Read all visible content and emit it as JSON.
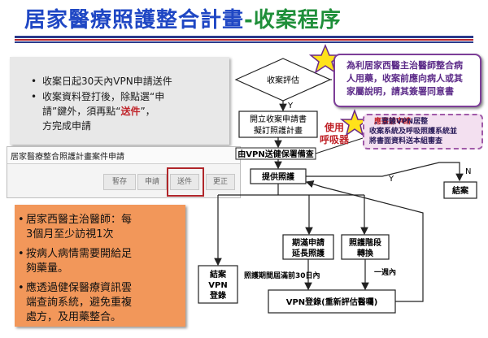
{
  "title": {
    "part1": "居家醫療照護整合計畫",
    "part2": "-收案程序"
  },
  "left_note": {
    "bullet": "•",
    "item1": "收案日起30天內VPN申請送件",
    "item2_line1": "收案資料登打後，除點選“申",
    "item2_line2": "請”鍵外，須再點“",
    "item2_send": "送件",
    "item2_line2_end": "”，",
    "item2_line3": "方完成申請"
  },
  "app_panel": {
    "header": "居家醫療整合照護計畫案件申請",
    "buttons": [
      "暫存",
      "申請",
      "送件",
      "更正"
    ]
  },
  "orange_box": {
    "bullet": "•",
    "items": [
      [
        "居家西醫主治醫師：每",
        "3個月至少訪視1次"
      ],
      [
        "按病人病情需要開給足",
        "夠藥量。"
      ],
      [
        "應透過健保醫療資訊雲",
        "端查詢系統，避免重複",
        "處方，及用藥整合。"
      ]
    ]
  },
  "flow": {
    "assess": "收案評估",
    "y1": "Y",
    "open_line1": "開立收案申請書",
    "open_line2": "擬訂照護計畫",
    "vpn_submit": "由VPN送健保署備查",
    "provide_care": "提供照護",
    "y2": "Y",
    "n": "N",
    "close_case": "結案",
    "expire_line1": "期滿申請",
    "expire_line2": "延長照護",
    "stage_line1": "照護階段",
    "stage_line2": "轉換",
    "close_vpn_line1": "結案",
    "close_vpn_line2": "VPN",
    "close_vpn_line3": "登錄",
    "before_expire": "照護期間屆滿前30日內",
    "one_week": "一週內",
    "vpn_login": "VPN登錄(重新評估醫囑)"
  },
  "purple_note": {
    "line1": "為利居家西醫主治醫師整合病",
    "line2": "人用藥，收案前應向病人或其",
    "line3": "家屬說明，請其簽署同意書"
  },
  "pink_note": {
    "line1_red": "應事前申請",
    "line1": "，登錄VPN居整",
    "line2": "收案系統及呼吸照護系統並",
    "line3": "將書面資料送本組審查"
  },
  "red_label": {
    "line1": "使用",
    "line2": "呼吸器"
  },
  "colors": {
    "title_blue": "#1f47c4",
    "title_green": "#1f8f3a",
    "orange": "#f2975a",
    "purple": "#7d3e98",
    "red": "#c0242a"
  }
}
